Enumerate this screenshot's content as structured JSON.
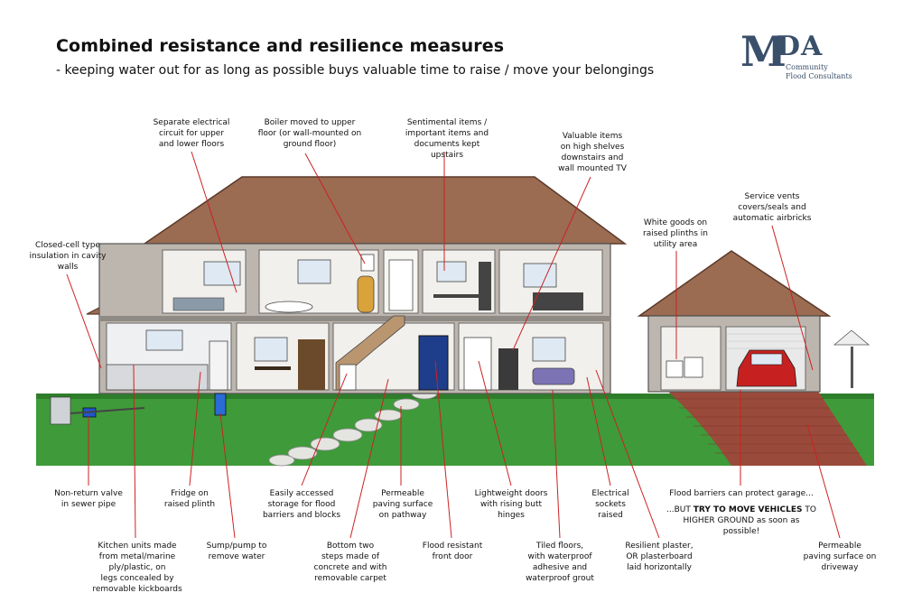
{
  "header": {
    "title": "Combined resistance and resilience measures",
    "subtitle": "- keeping water out for as long as possible buys valuable time to raise / move your belongings"
  },
  "logo": {
    "mark": "M",
    "letters": "DA",
    "line1": "Community",
    "line2": "Flood Consultants"
  },
  "colors": {
    "roof": "#9b6b52",
    "wall": "#c9c3bb",
    "grass": "#3f9a3a",
    "sky_ground_line": "#2e7d2a",
    "brick": "#9a4a3a",
    "leader": "#cc2222",
    "accent_text": "#3a4f6a"
  },
  "labels": {
    "separate_circuit": "Separate electrical\ncircuit for upper\nand lower floors",
    "boiler": "Boiler moved to upper\nfloor (or wall-mounted on\nground floor)",
    "sentimental": "Sentimental items /\nimportant items and\ndocuments kept upstairs",
    "valuable": "Valuable items\non high shelves\ndownstairs and\nwall mounted TV",
    "service_vents": "Service vents\ncovers/seals and\nautomatic airbricks",
    "white_goods": "White goods on\nraised plinths in\nutility area",
    "closed_cell": "Closed-cell type\ninsulation in cavity\nwalls",
    "non_return": "Non-return valve\nin sewer pipe",
    "fridge": "Fridge on\nraised plinth",
    "kitchen": "Kitchen units made\nfrom metal/marine\nply/plastic, on\nlegs concealed by\nremovable kickboards",
    "sump": "Sump/pump to\nremove water",
    "storage": "Easily accessed\nstorage for flood\nbarriers and blocks",
    "steps": "Bottom two\nsteps made of\nconcrete and with\nremovable carpet",
    "paving_path": "Permeable\npaving surface\non pathway",
    "front_door": "Flood resistant\nfront door",
    "doors": "Lightweight doors\nwith rising butt\nhinges",
    "tiled": "Tiled floors,\nwith waterproof\nadhesive and\nwaterproof grout",
    "sockets": "Electrical\nsockets\nraised",
    "plaster": "Resilient plaster,\nOR plasterboard\nlaid horizontally",
    "garage_barrier": "Flood barriers can protect garage...",
    "move_prefix": "...BUT ",
    "move_bold": "TRY TO MOVE VEHICLES",
    "move_suffix": " TO",
    "higher_ground": "HIGHER GROUND as soon as possible!",
    "paving_drive": "Permeable\npaving surface on\ndriveway"
  }
}
